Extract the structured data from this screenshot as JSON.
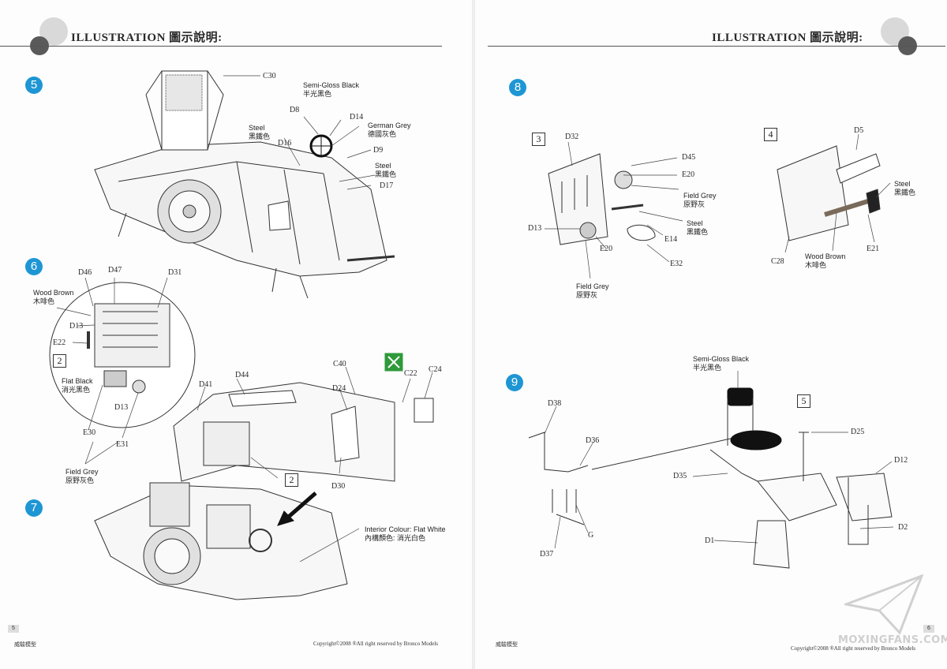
{
  "left_page": {
    "header": "ILLUSTRATION  圖示說明:",
    "page_number": "5",
    "footer_left": "威駿模型",
    "footer_right": "Copyright©2008  ®All right reserved by Bronco Models",
    "steps": [
      "5",
      "6",
      "7"
    ],
    "parts": {
      "C30": "C30",
      "D8": "D8",
      "D14": "D14",
      "D16": "D16",
      "D9": "D9",
      "D17": "D17",
      "D46": "D46",
      "D47": "D47",
      "D31": "D31",
      "D13a": "D13",
      "E22": "E22",
      "D13b": "D13",
      "E30": "E30",
      "E31": "E31",
      "D44": "D44",
      "D41": "D41",
      "C40": "C40",
      "C22": "C22",
      "C24": "C24",
      "D24": "D24",
      "D30": "D30"
    },
    "callouts": {
      "semi_gloss_black": [
        "Semi-Gloss Black",
        "半光黑色"
      ],
      "german_grey": [
        "German Grey",
        "德國灰色"
      ],
      "steel_1": [
        "Steel",
        "黑鐵色"
      ],
      "steel_2": [
        "Steel",
        "黑鐵色"
      ],
      "wood_brown": [
        "Wood Brown",
        "木啡色"
      ],
      "flat_black": [
        "Flat Black",
        "消光黑色"
      ],
      "field_grey": [
        "Field Grey",
        "原野灰色"
      ],
      "interior": [
        "Interior Colour: Flat White",
        "內構顏色: 消光白色"
      ]
    },
    "sub_box_label_1": "2",
    "sub_box_label_2": "2"
  },
  "right_page": {
    "header": "ILLUSTRATION  圖示說明:",
    "page_number": "6",
    "footer_left": "威駿模型",
    "footer_right": "Copyright©2008  ®All right reserved by Bronco Models",
    "steps": [
      "8",
      "9"
    ],
    "sub_boxes": {
      "box3": "3",
      "box4": "4",
      "box5": "5"
    },
    "parts": {
      "D32": "D32",
      "D45": "D45",
      "E20a": "E20",
      "D13": "D13",
      "E20b": "E20",
      "E14": "E14",
      "E32": "E32",
      "D5": "D5",
      "C28": "C28",
      "E21": "E21",
      "D38": "D38",
      "D36": "D36",
      "D37": "D37",
      "G": "G",
      "D35": "D35",
      "D25": "D25",
      "D12": "D12",
      "D2": "D2",
      "D1": "D1"
    },
    "callouts": {
      "field_grey_1": [
        "Field Grey",
        "原野灰"
      ],
      "steel_1": [
        "Steel",
        "黑鐵色"
      ],
      "field_grey_2": [
        "Field Grey",
        "原野灰"
      ],
      "steel_2": [
        "Steel",
        "黑鐵色"
      ],
      "wood_brown": [
        "Wood Brown",
        "木啡色"
      ],
      "semi_gloss_black": [
        "Semi-Gloss Black",
        "半光黑色"
      ]
    }
  },
  "watermark": "MOXINGFANS.COM",
  "colors": {
    "step_badge": "#1e96d4",
    "glue_icon": "#2e9a3a",
    "line": "#333333"
  }
}
